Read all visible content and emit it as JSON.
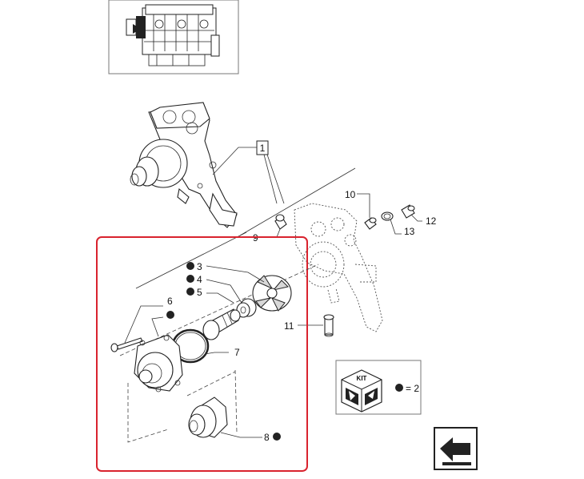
{
  "callouts": {
    "c1": "1",
    "c3": "3",
    "c4": "4",
    "c5": "5",
    "c6": "6",
    "c7": "7",
    "c8": "8",
    "c9": "9",
    "c10": "10",
    "c11": "11",
    "c12": "12",
    "c13": "13"
  },
  "kit_legend": {
    "badge_text": "KIT",
    "equals_text": "= 2"
  },
  "colors": {
    "highlight_border": "#d9232e",
    "line": "#222222"
  },
  "icons": {
    "nav_arrow": "arrow-back-icon",
    "kit_box": "kit-box-icon"
  }
}
